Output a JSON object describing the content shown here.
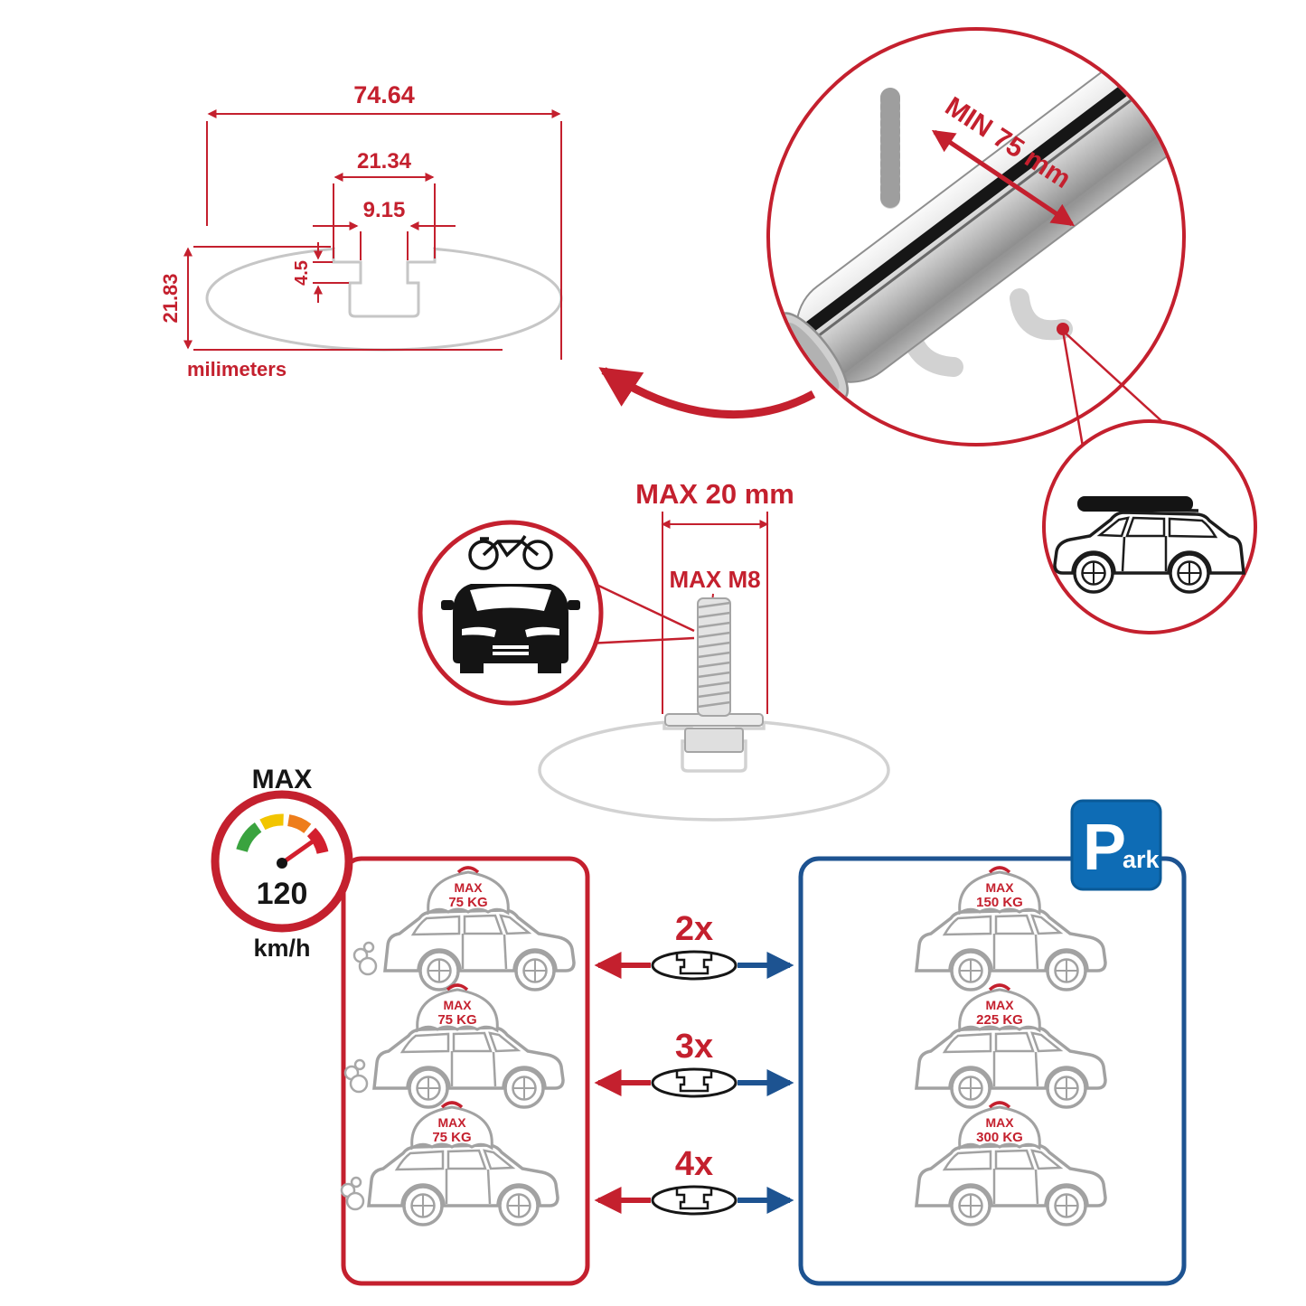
{
  "colors": {
    "red": "#c4202e",
    "blue": "#1d5391",
    "park_blue": "#0e6cb5",
    "profile_gray": "#c6c6c6",
    "car_gray": "#a2a2a2",
    "black": "#161616"
  },
  "profile_dimensions": {
    "total_width": "74.64",
    "channel_width": "21.34",
    "slot_width": "9.15",
    "lip_depth": "4.5",
    "total_height": "21.83",
    "units_label": "milimeters"
  },
  "bar_detail": {
    "clamp_min_label": "MIN 75 mm"
  },
  "bolt_detail": {
    "max_length_label": "MAX 20 mm",
    "max_thread_label": "MAX M8"
  },
  "speed_limit": {
    "heading": "MAX",
    "value": "120",
    "units": "km/h"
  },
  "park_sign": {
    "initial": "P",
    "suffix": "ark"
  },
  "driving_loads": [
    {
      "label": "MAX",
      "weight": "75 KG"
    },
    {
      "label": "MAX",
      "weight": "75 KG"
    },
    {
      "label": "MAX",
      "weight": "75 KG"
    }
  ],
  "parked_loads": [
    {
      "label": "MAX",
      "weight": "150 KG"
    },
    {
      "label": "MAX",
      "weight": "225 KG"
    },
    {
      "label": "MAX",
      "weight": "300 KG"
    }
  ],
  "bar_counts": [
    {
      "label": "2x"
    },
    {
      "label": "3x"
    },
    {
      "label": "4x"
    }
  ]
}
